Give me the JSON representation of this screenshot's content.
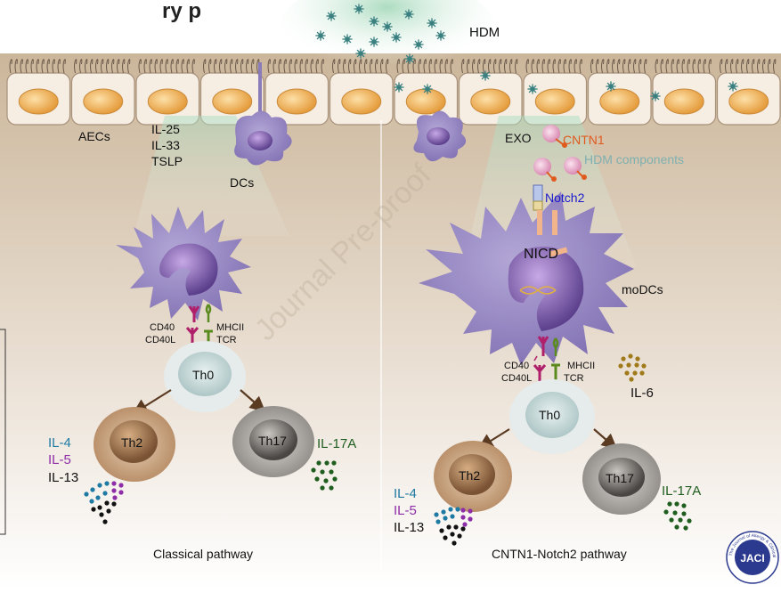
{
  "header_fragment": "ry     p",
  "top": {
    "allergen": "HDM"
  },
  "left_panel": {
    "aecs": "AECs",
    "cytokines": [
      "IL-25",
      "IL-33",
      "TSLP"
    ],
    "dcs": "DCs",
    "cd40": "CD40",
    "cd40l": "CD40L",
    "mhcii": "MHCII",
    "tcr": "TCR",
    "th0": "Th0",
    "th2": "Th2",
    "th17": "Th17",
    "il4": "IL-4",
    "il5": "IL-5",
    "il13": "IL-13",
    "il17a": "IL-17A",
    "caption": "Classical pathway"
  },
  "right_panel": {
    "exo": "EXO",
    "cntn1": "CNTN1",
    "hdm_components": "HDM components",
    "notch2": "Notch2",
    "nicd": "NICD",
    "modcs": "moDCs",
    "cd40": "CD40",
    "cd40l": "CD40L",
    "mhcii": "MHCII",
    "tcr": "TCR",
    "il6": "IL-6",
    "th0": "Th0",
    "th2": "Th2",
    "th17": "Th17",
    "il4": "IL-4",
    "il5": "IL-5",
    "il13": "IL-13",
    "il17a": "IL-17A",
    "caption": "CNTN1-Notch2 pathway"
  },
  "watermark": "Journal Pre-proof",
  "logo_text": "JACI",
  "logo_ring_text": "The Journal of Allergy & Clinical Immunology",
  "colors": {
    "tissue": "#cbb69a",
    "cell_wall": "#f6ede3",
    "nucleus": "#f2b25b",
    "dc_body": "#9d8ec6",
    "dc_nucleus": "#6a4f9b",
    "th0": "#cfdcdc",
    "th2": "#b58a63",
    "th17": "#6e6a66",
    "il4": "#1f7aa3",
    "il5": "#8e2da8",
    "il13": "#111111",
    "il17a": "#1f5e1f",
    "il6": "#a07a1a",
    "cntn1": "#e05a1e",
    "hdm_components": "#7fb0b0",
    "notch2": "#1a1acc",
    "cd40": "#b0206a",
    "mhcii": "#5b8a1e",
    "arrow": "#5a3b22",
    "mite": "#3a8080"
  }
}
